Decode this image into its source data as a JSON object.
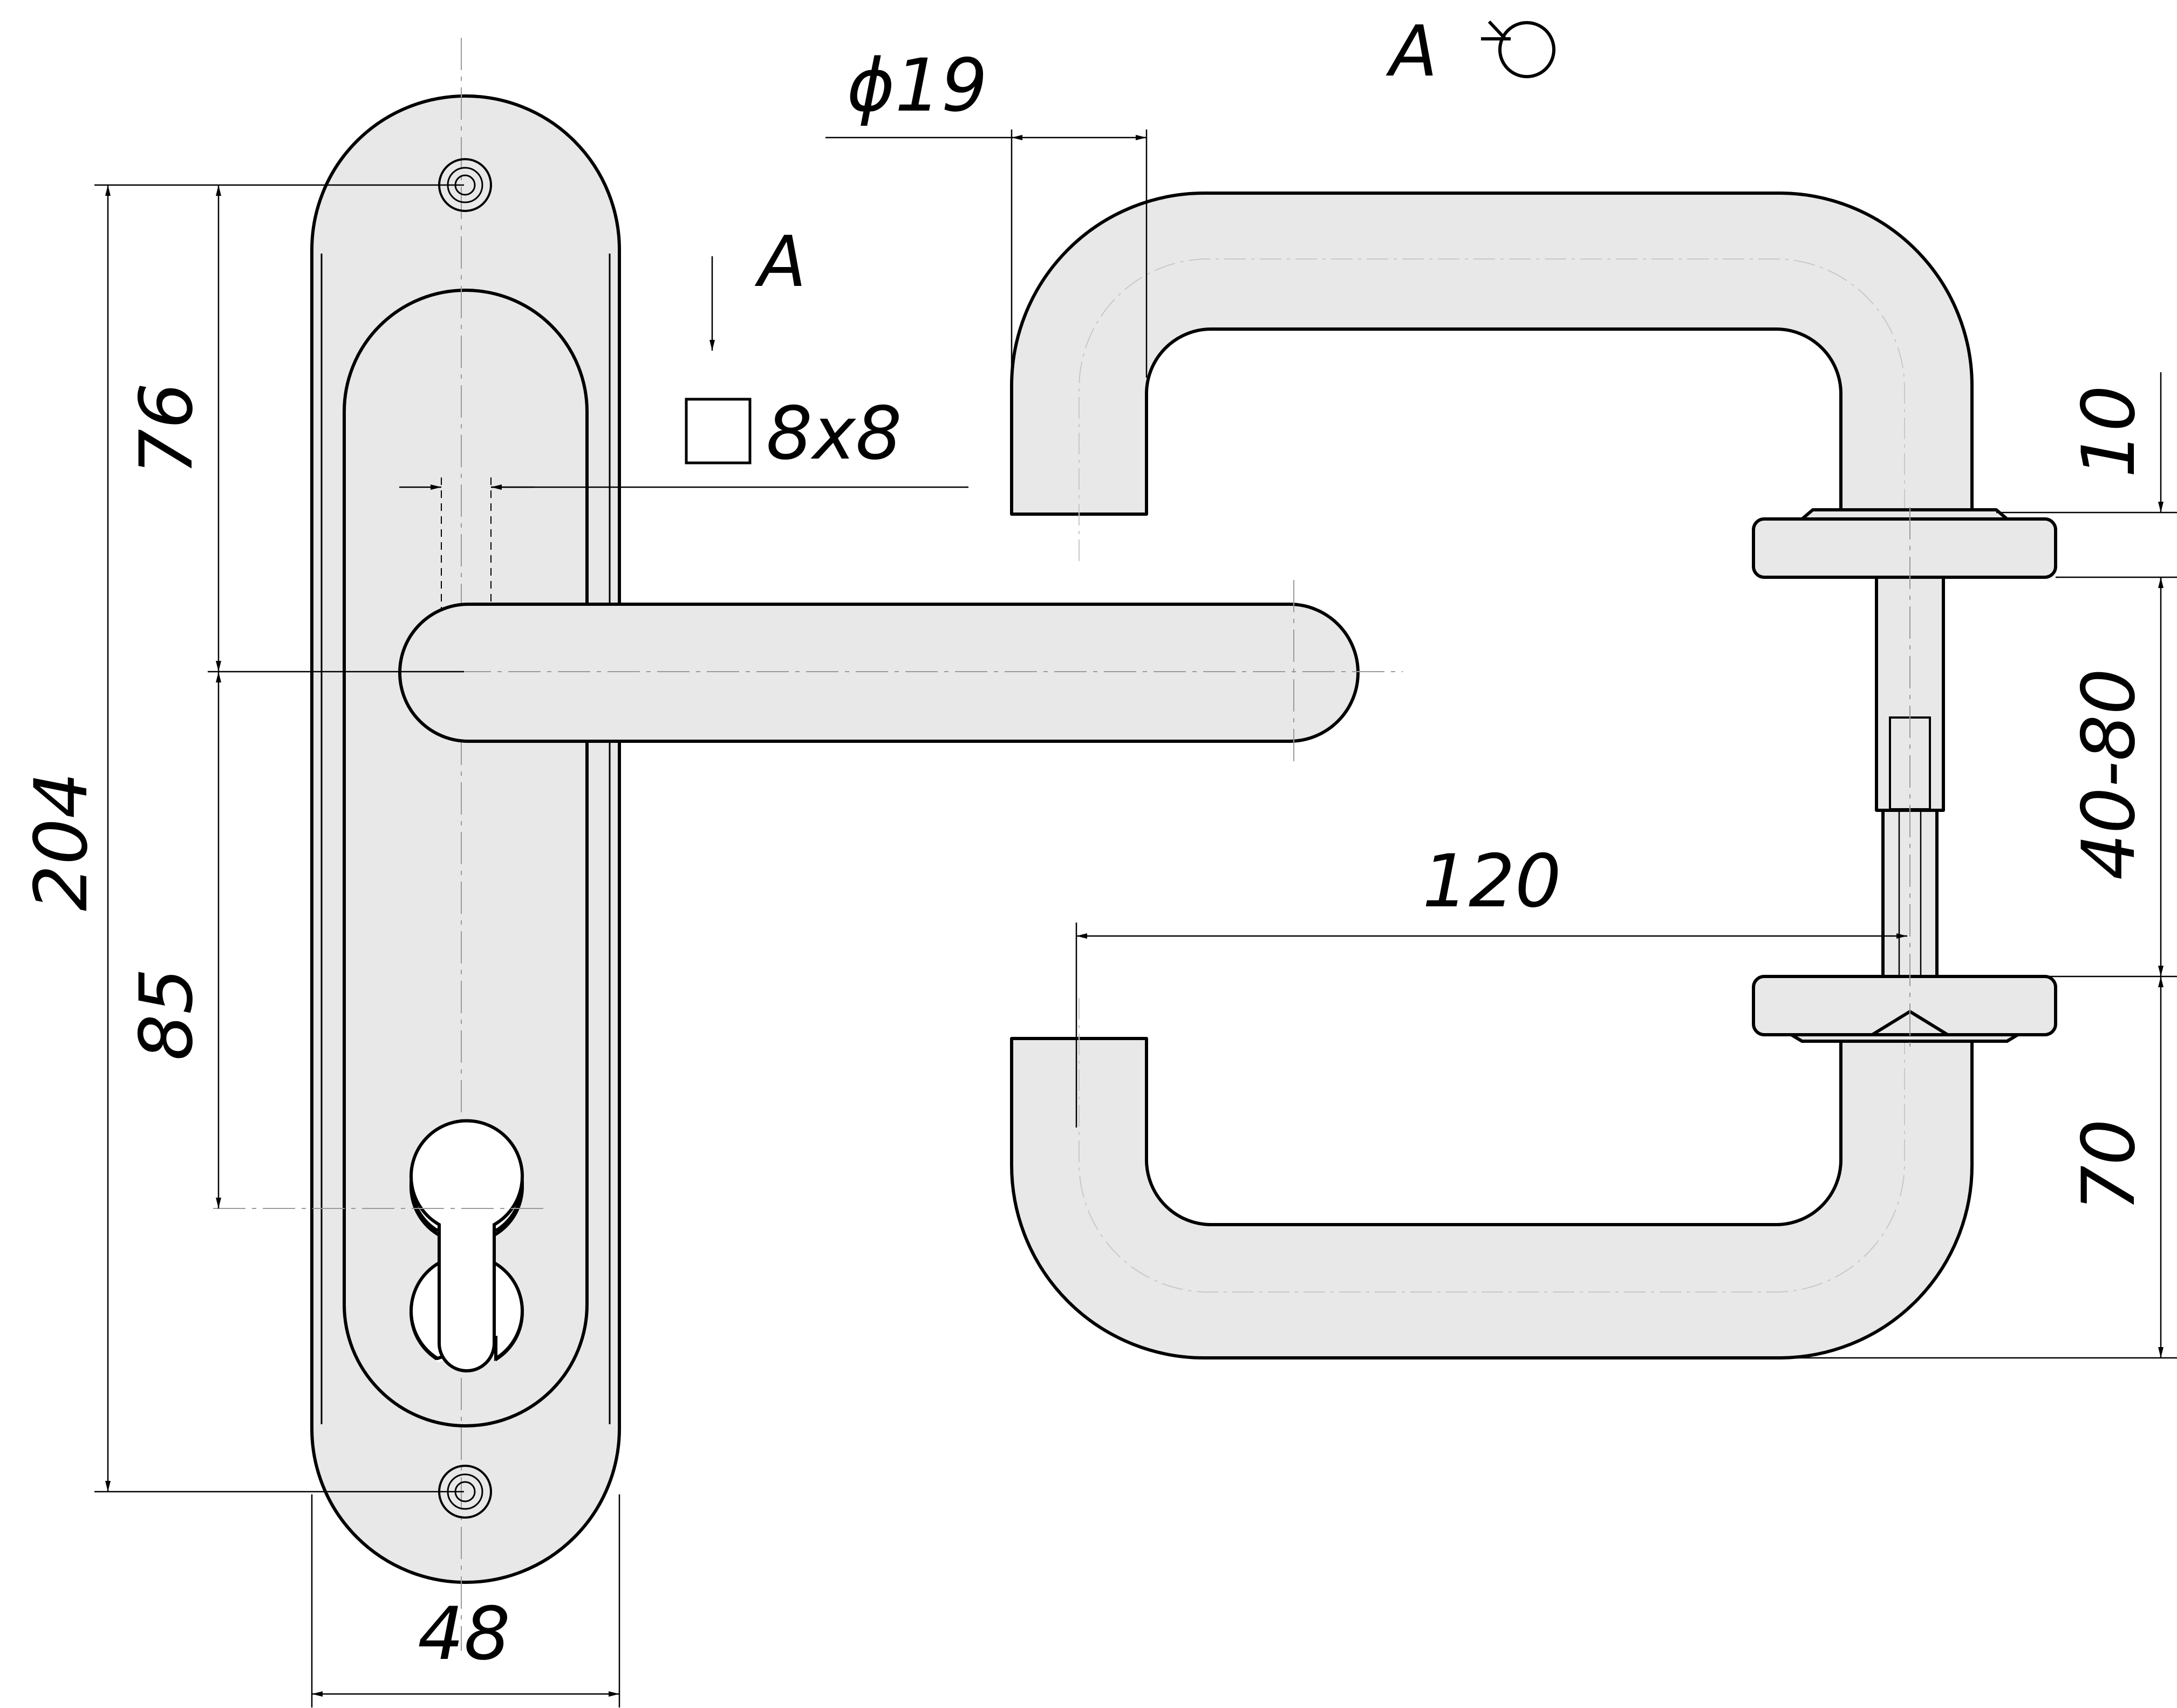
{
  "dimensions": {
    "plate_height": "204",
    "upper_to_spindle": "76",
    "spindle_to_cylinder": "85",
    "plate_width": "48",
    "tube_diameter": "ϕ19",
    "spindle_square": "8x8",
    "handle_projection": "120",
    "rose_thickness": "10",
    "door_thickness": "40-80",
    "handle_drop": "70"
  },
  "labels": {
    "view_marker": "A",
    "view_label": "A"
  }
}
